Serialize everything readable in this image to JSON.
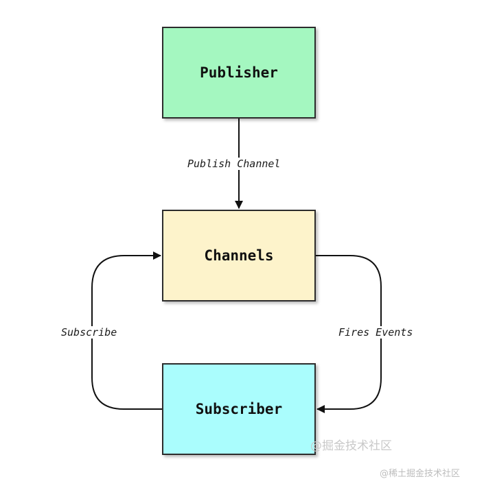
{
  "nodes": {
    "publisher": {
      "label": "Publisher",
      "color": "#a4f7c0"
    },
    "channels": {
      "label": "Channels",
      "color": "#fdf3cb"
    },
    "subscriber": {
      "label": "Subscriber",
      "color": "#aafdfd"
    }
  },
  "edges": {
    "publish": {
      "label": "Publish Channel"
    },
    "subscribe": {
      "label": "Subscribe"
    },
    "fires_events": {
      "label": "Fires Events"
    }
  },
  "watermarks": {
    "center": "@掘金技术社区",
    "corner": "@稀土掘金技术社区"
  }
}
